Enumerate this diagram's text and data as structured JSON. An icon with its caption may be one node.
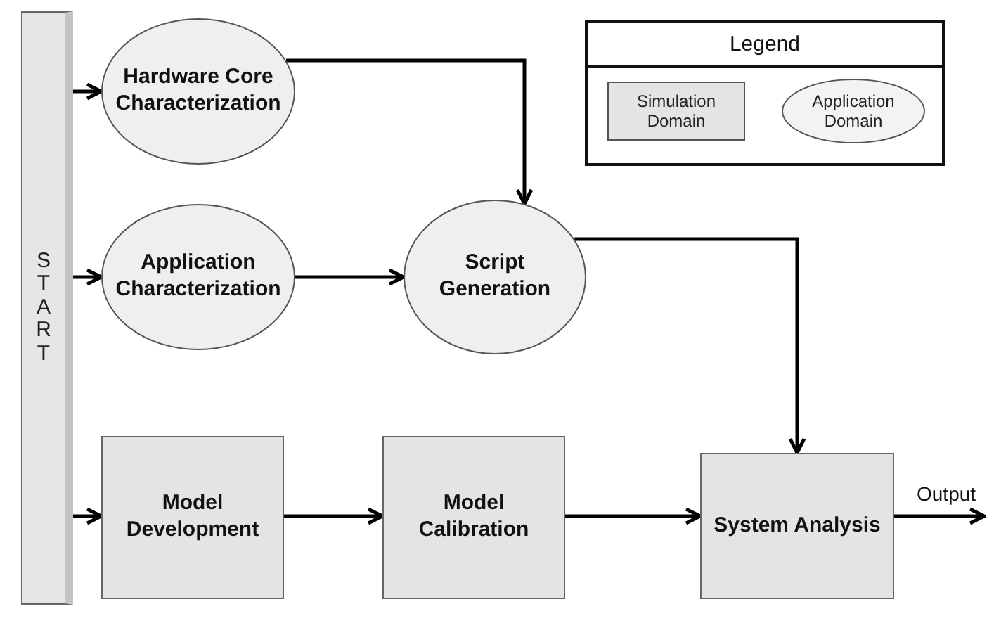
{
  "diagram": {
    "nodes": [
      {
        "text": [
          "START"
        ]
      },
      {
        "text": [
          "Hardware Core Characterization"
        ]
      },
      {
        "text": [
          "Application Characterization"
        ]
      },
      {
        "text": [
          "Script Generation"
        ]
      },
      {
        "text": [
          "Model Development"
        ]
      },
      {
        "text": [
          "Model Calibration"
        ]
      },
      {
        "text": [
          "System Analysis"
        ]
      }
    ],
    "edges": [
      {
        "from": 0,
        "to": 1,
        "arrow": "to"
      },
      {
        "from": 0,
        "to": 2,
        "arrow": "to"
      },
      {
        "from": 0,
        "to": 4,
        "arrow": "to"
      },
      {
        "from": 1,
        "to": 3,
        "arrow": "to"
      },
      {
        "from": 2,
        "to": 3,
        "arrow": "to"
      },
      {
        "from": 3,
        "to": 6,
        "arrow": "to"
      },
      {
        "from": 4,
        "to": 5,
        "arrow": "to"
      },
      {
        "from": 5,
        "to": 6,
        "arrow": "to"
      },
      {
        "from": 6,
        "to": null,
        "arrow": "to",
        "label": "Output"
      }
    ],
    "labels": [
      "Legend"
    ],
    "legend": [
      {
        "text": "Simulation Domain"
      },
      {
        "text": "Application Domain"
      }
    ]
  }
}
